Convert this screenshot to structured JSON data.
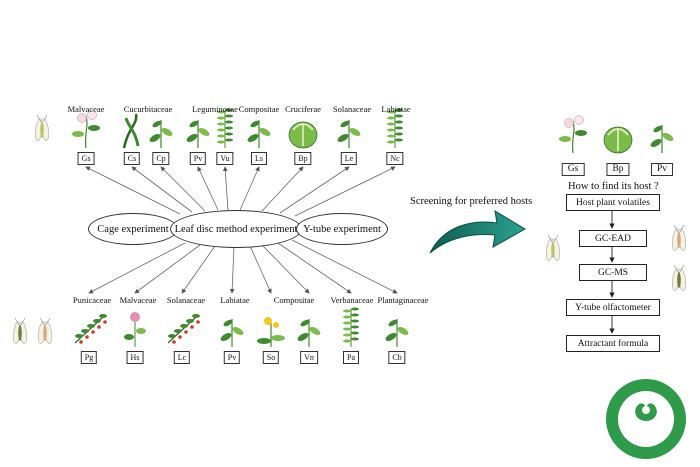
{
  "experiments": {
    "cage": "Cage experiment",
    "leaf_disc": "Leaf disc method experiment",
    "y_tube": "Y-tube experiment"
  },
  "top_hosts": [
    {
      "family": "Malvaceae",
      "code": "Gs"
    },
    {
      "family": "Cucurbitaceae",
      "code": "Cs"
    },
    {
      "family": "",
      "code": "Cp"
    },
    {
      "family": "Leguminosae",
      "code": "Pv"
    },
    {
      "family": "",
      "code": "Vu"
    },
    {
      "family": "Compositae",
      "code": "Ls"
    },
    {
      "family": "Cruciferae",
      "code": "Bp"
    },
    {
      "family": "Solanaceae",
      "code": "Le"
    },
    {
      "family": "Labiatae",
      "code": "Nc"
    }
  ],
  "bottom_hosts": [
    {
      "family": "Punicaceae",
      "code": "Pg"
    },
    {
      "family": "Malvaceae",
      "code": "Hs"
    },
    {
      "family": "Solanaceae",
      "code": "Lc"
    },
    {
      "family": "Labiatae",
      "code": "Pv"
    },
    {
      "family": "Compositae",
      "code": "So"
    },
    {
      "family": "",
      "code": "Vn"
    },
    {
      "family": "Verbanaceae",
      "code": "Pa"
    },
    {
      "family": "Plantaginaceae",
      "code": "Cb"
    }
  ],
  "screening_label": "Screening for preferred hosts",
  "preferred_hosts": [
    "Gs",
    "Bp",
    "Pv"
  ],
  "question": "How to find its host ?",
  "workflow": [
    "Host plant volatiles",
    "GC-EAD",
    "GC-MS",
    "Y-tube olfactometer",
    "Attractant formula"
  ],
  "colors": {
    "arrow": "#666666",
    "big_arrow": "#1b7a6e",
    "logo_green": "#2e9a4a"
  },
  "icons": [
    "whitefly-icon",
    "plant-icon",
    "curved-arrow-icon",
    "institute-logo-icon"
  ]
}
